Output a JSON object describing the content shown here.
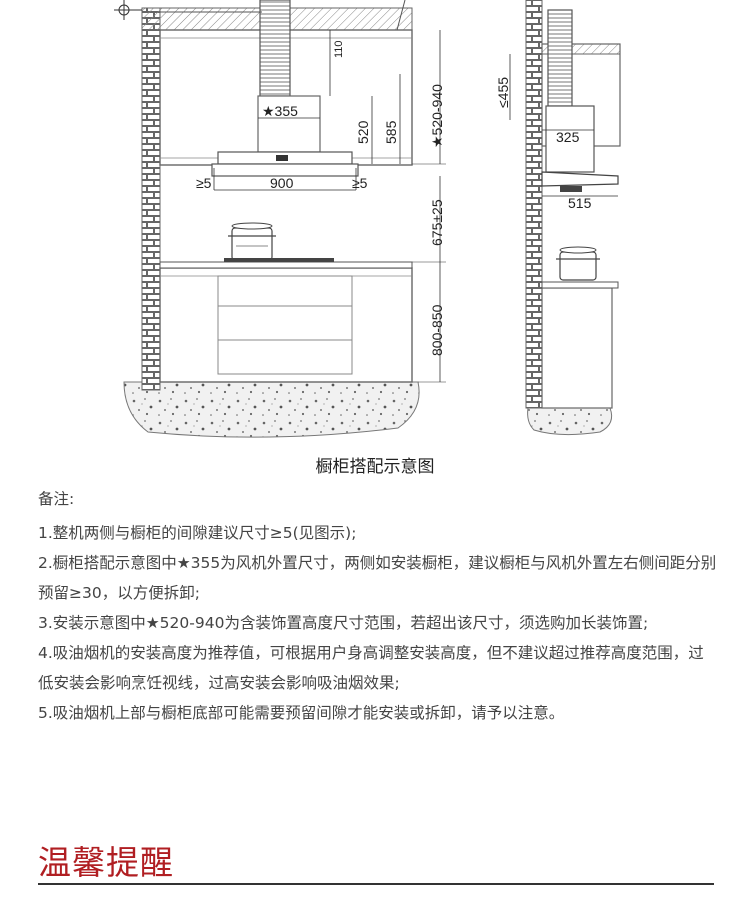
{
  "diagram": {
    "front_view": {
      "dim_110": "110",
      "dim_355": "★355",
      "dim_520": "520",
      "dim_585": "585",
      "dim_range": "★520-940",
      "gap_left": "≥5",
      "width": "900",
      "gap_right": "≥5",
      "height_range": "675±25",
      "cabinet_height": "800-850"
    },
    "side_view": {
      "top_clearance": "≤455",
      "duct_offset": "325",
      "depth": "515"
    }
  },
  "caption": "橱柜搭配示意图",
  "notes": {
    "heading": "备注:",
    "items": [
      "1.整机两侧与橱柜的间隙建议尺寸≥5(见图示);",
      "2.橱柜搭配示意图中★355为风机外置尺寸，两侧如安装橱柜，建议橱柜与风机外置左右侧间距分别预留≥30，以方便拆卸;",
      "3.安装示意图中★520-940为含装饰置高度尺寸范围，若超出该尺寸，须选购加长装饰置;",
      "4.吸油烟机的安装高度为推荐值，可根据用户身高调整安装高度，但不建议超过推荐高度范围，过低安装会影响烹饪视线，过高安装会影响吸油烟效果;",
      "5.吸油烟机上部与橱柜底部可能需要预留间隙才能安装或拆卸，请予以注意。"
    ]
  },
  "tips_title": "温馨提醒"
}
